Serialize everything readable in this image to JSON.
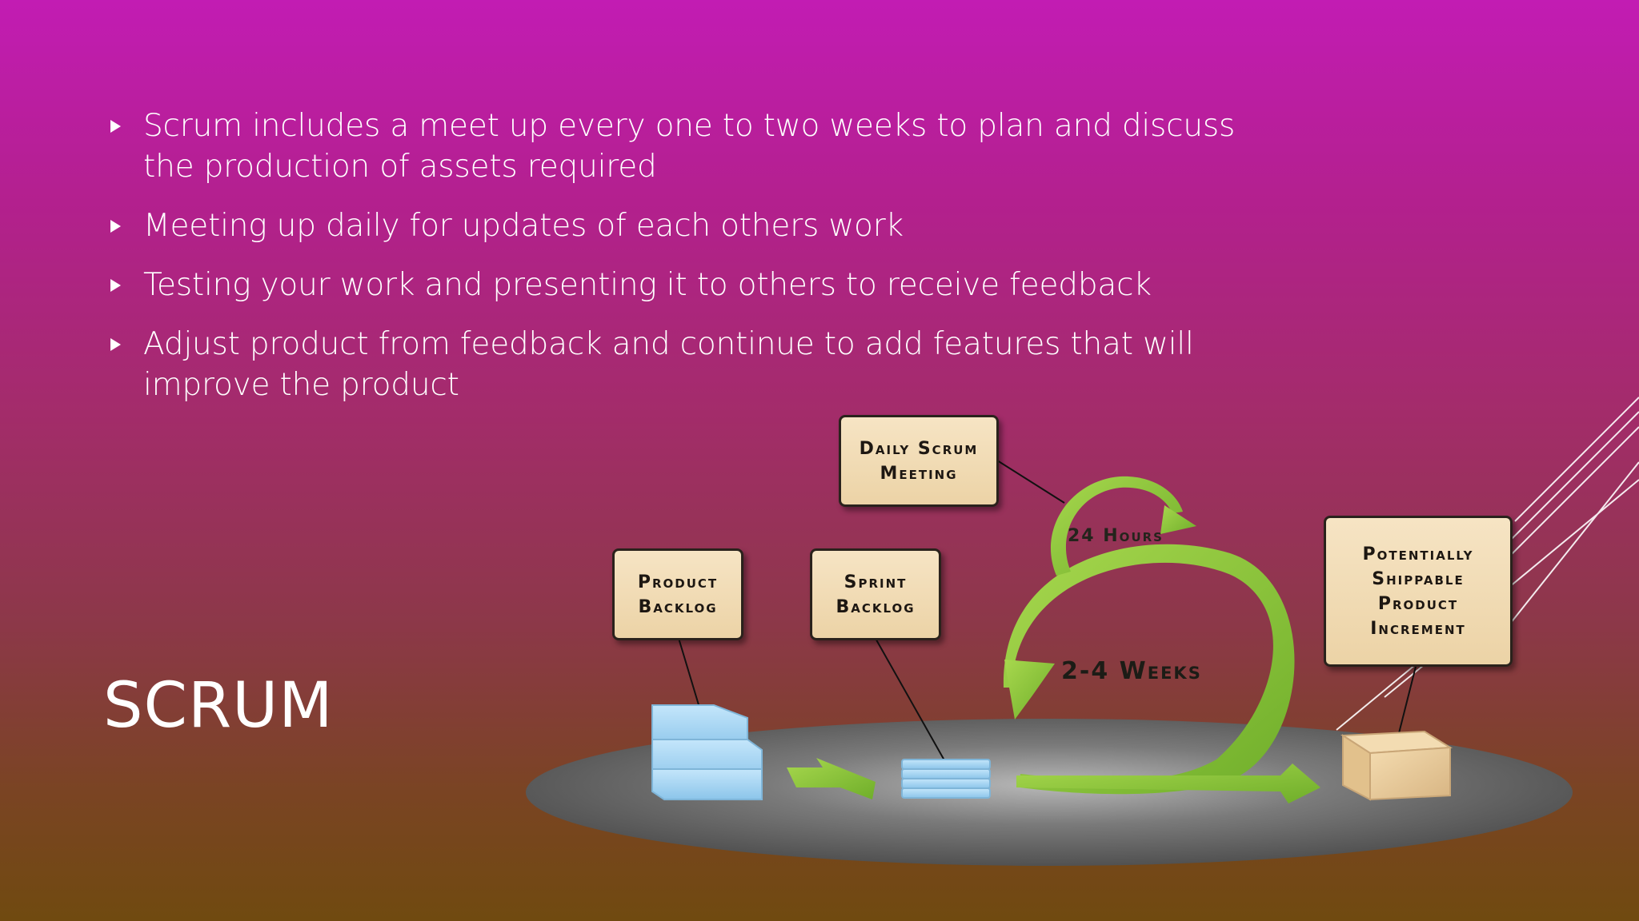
{
  "bullets": [
    "Scrum includes a meet up every one to two weeks to plan and discuss the production of assets required",
    "Meeting up daily for updates of each others work",
    "Testing your work and presenting it to others to receive feedback",
    "Adjust product from feedback and continue to add features that will improve the product"
  ],
  "title": "SCRUM",
  "diagram": {
    "daily_scrum": "Daily Scrum\nMeeting",
    "product_backlog": "Product\nBacklog",
    "sprint_backlog": "Sprint\nBacklog",
    "increment": "Potentially\nShippable\nProduct\nIncrement",
    "hours_label": "24 Hours",
    "weeks_label": "2-4 Weeks"
  },
  "colors": {
    "arrow_green": "#8dc63f",
    "label_fill": "#f0dab2",
    "platform": "#5a5a5a",
    "backlog_blue": "#9fd0ef"
  }
}
